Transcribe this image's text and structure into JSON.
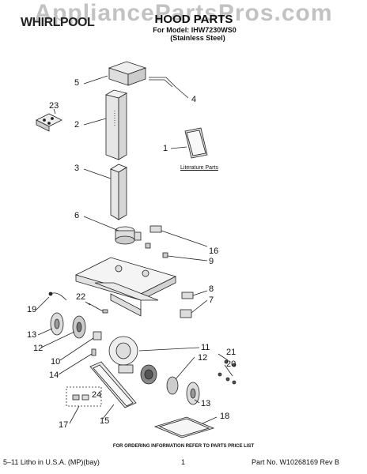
{
  "header": {
    "watermark": "AppliancePartsPros.com",
    "brand": "WHIRLPOOL",
    "title": "HOOD PARTS",
    "model": "For Model: IHW7230WS0",
    "finish": "(Stainless Steel)"
  },
  "literature_label": "Literature Parts",
  "callouts": [
    "5",
    "4",
    "23",
    "2",
    "1",
    "3",
    "6",
    "16",
    "9",
    "8",
    "7",
    "19",
    "22",
    "13",
    "12",
    "10",
    "14",
    "11",
    "12",
    "21",
    "20",
    "24",
    "17",
    "15",
    "13",
    "18"
  ],
  "footer": {
    "ordering_note": "FOR ORDERING INFORMATION REFER TO PARTS PRICE LIST",
    "litho": "5–11 Litho in U.S.A. (MP)(bay)",
    "page": "1",
    "part_no": "Part No. W10268169 Rev B"
  }
}
